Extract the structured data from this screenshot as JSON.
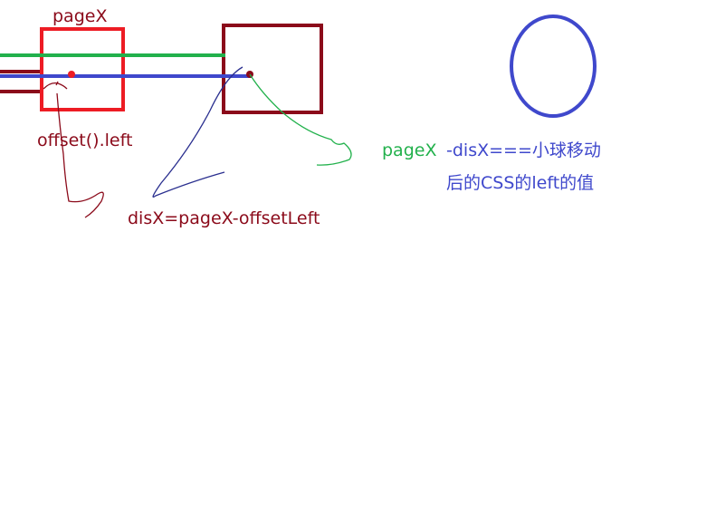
{
  "labels": {
    "pagex_top": "pageX",
    "offset_left": "offset().left",
    "disx_formula": "disX=pageX-offsetLeft",
    "pagex_green": "pageX",
    "formula_line1": "-disX===小球移动",
    "formula_line2": "后的CSS的left的值"
  },
  "colors": {
    "dark_red": "#8b0a1a",
    "red": "#ed1c24",
    "green": "#22b14c",
    "blue": "#3f48cc",
    "navy": "#2a2f8f"
  }
}
